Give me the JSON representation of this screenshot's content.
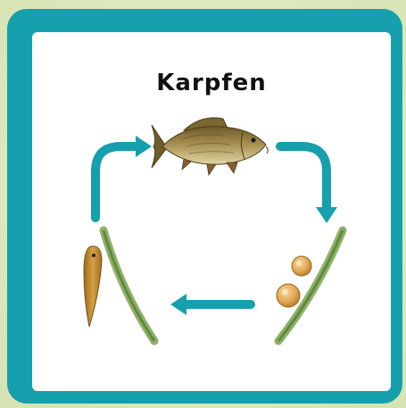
{
  "diagram": {
    "title": "Karpfen",
    "stages": [
      "adult-carp",
      "eggs-on-plant",
      "larva-on-plant"
    ],
    "colors": {
      "frame": "#169fad",
      "arrows": "#169fad",
      "card": "#ffffff",
      "background": "#dce7bb"
    }
  }
}
